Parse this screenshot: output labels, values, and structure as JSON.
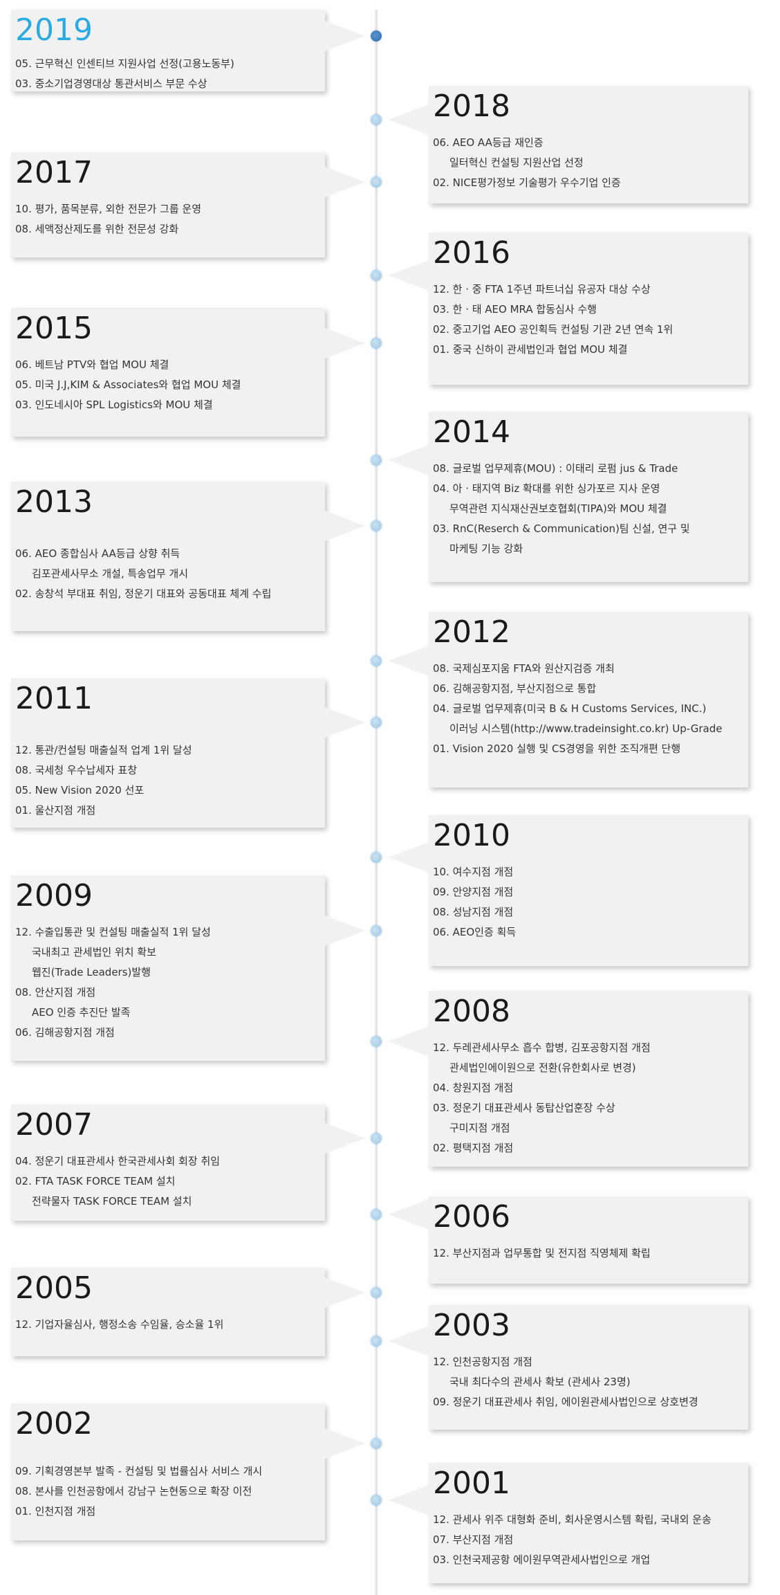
{
  "entries": [
    {
      "year": "2019",
      "side": "left",
      "highlight": true,
      "items": [
        {
          "text": "05. 근무혁신 인센티브 지원사업 선정(고용노동부)"
        },
        {
          "text": "03. 중소기업경영대상 통관서비스 부문 수상"
        }
      ]
    },
    {
      "year": "2018",
      "side": "right",
      "items": [
        {
          "text": "06. AEO AA등급 재인증"
        },
        {
          "text": "일터혁신 컨설팅 지원산업 선정",
          "sub": true
        },
        {
          "text": "02. NICE평가정보 기술평가 우수기업 인증"
        }
      ]
    },
    {
      "year": "2017",
      "side": "left",
      "items": [
        {
          "text": "10. 평가, 품목분류, 외한 전문가 그룹 운영"
        },
        {
          "text": "08. 세액정산제도를 위한 전문성 강화"
        }
      ]
    },
    {
      "year": "2016",
      "side": "right",
      "items": [
        {
          "text": "12. 한 · 중 FTA 1주년 파트너십 유공자 대상 수상"
        },
        {
          "text": "03. 한 · 태 AEO MRA 합동심사 수행"
        },
        {
          "text": "02. 중고기업 AEO 공인획득 컨설팅 기관 2년 연속 1위"
        },
        {
          "text": "01. 중국 신하이 관세법인과 협업 MOU 체결"
        }
      ]
    },
    {
      "year": "2015",
      "side": "left",
      "items": [
        {
          "text": "06. 베트남 PTV와 협업 MOU 체결"
        },
        {
          "text": "05. 미국 J.J,KIM & Associates와 협업 MOU 체결"
        },
        {
          "text": "03. 인도네시아 SPL Logistics와  MOU 체결"
        }
      ]
    },
    {
      "year": "2014",
      "side": "right",
      "items": [
        {
          "text": "08. 글로벌 업무제휴(MOU) : 이태리 로펌 jus & Trade"
        },
        {
          "text": "04. 아 · 태지역 Biz 확대를 위한 싱가포르 지사 운영"
        },
        {
          "text": "무역관련 지식재산권보호협회(TIPA)와 MOU 체결",
          "sub": true
        },
        {
          "text": "03. RnC(Reserch & Communication)팀 신설, 연구 및"
        },
        {
          "text": "마케팅 기능 강화",
          "sub": true
        }
      ]
    },
    {
      "year": "2013",
      "side": "left",
      "items": [
        {
          "text": "06. AEO 종합심사 AA등급 상향 취득"
        },
        {
          "text": "김포관세사무소 개설, 특송업무 개시",
          "sub": true
        },
        {
          "text": "02. 송창석 부대표 취임, 정운기 대표와 공동대표 체계 수립"
        }
      ]
    },
    {
      "year": "2012",
      "side": "right",
      "items": [
        {
          "text": "08. 국제심포지움 FTA와 원산지검증 개최"
        },
        {
          "text": "06. 김해공항지점, 부산지점으로 통합"
        },
        {
          "text": "04. 글로벌 업무제휴(미국 B & H Customs Services, INC.)"
        },
        {
          "text": "이러닝 시스템(http://www.tradeinsight.co.kr) Up-Grade",
          "sub": true
        },
        {
          "text": "01. Vision 2020 실행 및 CS경영을 위한 조직개편 단행"
        }
      ]
    },
    {
      "year": "2011",
      "side": "left",
      "items": [
        {
          "text": "12. 통관/컨설팅 매출실적 업계 1위 달성"
        },
        {
          "text": "08. 국세청 우수납세자 표창"
        },
        {
          "text": "05. New Vision 2020 선포"
        },
        {
          "text": "01. 울산지점 개점"
        }
      ]
    },
    {
      "year": "2010",
      "side": "right",
      "items": [
        {
          "text": "10. 여수지점 개점"
        },
        {
          "text": "09. 안양지점 개점"
        },
        {
          "text": "08. 성남지점 개점"
        },
        {
          "text": "06.  AEO인증 획득"
        }
      ]
    },
    {
      "year": "2009",
      "side": "left",
      "items": [
        {
          "text": "12. 수출입통관 및 컨설팅 매출실적 1위 달성"
        },
        {
          "text": "국내최고 관세법인 위치 확보",
          "sub": true
        },
        {
          "text": "웹진(Trade Leaders)발행",
          "sub": true
        },
        {
          "text": "08. 안산지점 개점"
        },
        {
          "text": "AEO 인증 추진단 발족",
          "sub": true
        },
        {
          "text": "06. 김해공항지점 개점"
        }
      ]
    },
    {
      "year": "2008",
      "side": "right",
      "items": [
        {
          "text": "12. 두레관세사무소 흡수 합병, 김포공항지점 개점"
        },
        {
          "text": "관세법인에이원으로 전환(유한회사로 변경)",
          "sub": true
        },
        {
          "text": "04. 창원지점 개점"
        },
        {
          "text": "03. 정운기 대표관세사 동탑산업훈장 수상"
        },
        {
          "text": "구미지점 개점",
          "sub": true
        },
        {
          "text": "02. 평택지점 개점"
        }
      ]
    },
    {
      "year": "2007",
      "side": "left",
      "items": [
        {
          "text": "04. 정운기 대표관세사 한국관세사회 회장 취임"
        },
        {
          "text": "02. FTA TASK FORCE TEAM 설치"
        },
        {
          "text": "전략물자 TASK FORCE TEAM 설치",
          "sub": true
        }
      ]
    },
    {
      "year": "2006",
      "side": "right",
      "items": [
        {
          "text": "12. 부산지점과 업무통합 및 전지점 직영체제 확립"
        }
      ]
    },
    {
      "year": "2005",
      "side": "left",
      "items": [
        {
          "text": "12. 기업자율심사, 행정소송 수임율, 승소율 1위"
        }
      ]
    },
    {
      "year": "2003",
      "side": "right",
      "items": [
        {
          "text": "12. 인천공항지점 개점"
        },
        {
          "text": "국내 최다수의 관세사 확보 (관세사 23명)",
          "sub": true
        },
        {
          "text": "09. 정운기 대표관세사 취임, 에이원관세사법인으로 상호변경"
        }
      ]
    },
    {
      "year": "2002",
      "side": "left",
      "items": [
        {
          "text": "09. 기획경영본부 발족 - 컨설팅 및 법률심사 서비스 개시"
        },
        {
          "text": "08. 본사를 인천공항에서 강남구 논현동으로 확장 이전"
        },
        {
          "text": "01. 인천지점 개점"
        }
      ]
    },
    {
      "year": "2001",
      "side": "right",
      "items": [
        {
          "text": "12. 관세사 위주 대형화 준비, 회사운영시스템 확립, 국내외 운송"
        },
        {
          "text": "07. 부산지점 개점"
        },
        {
          "text": "03. 인천국제공항 에이원무역관세사법인으로 개업"
        }
      ]
    }
  ]
}
